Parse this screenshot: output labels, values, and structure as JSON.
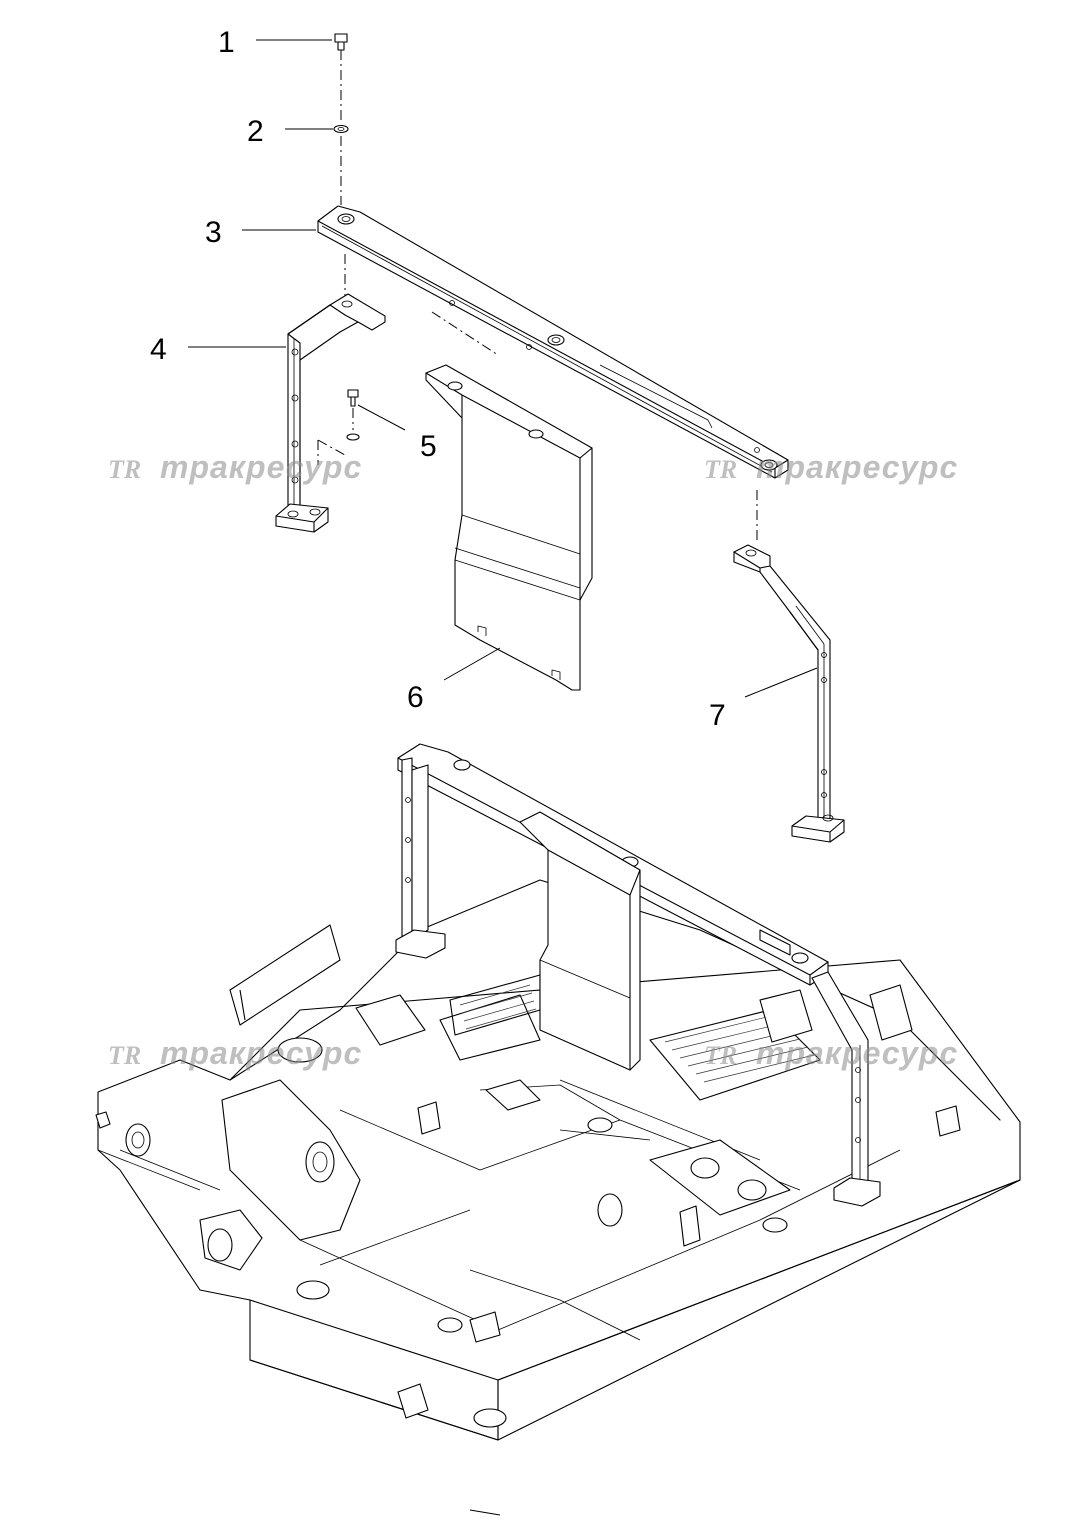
{
  "callouts": [
    {
      "id": "1",
      "label": "1"
    },
    {
      "id": "2",
      "label": "2"
    },
    {
      "id": "3",
      "label": "3"
    },
    {
      "id": "4",
      "label": "4"
    },
    {
      "id": "5",
      "label": "5"
    },
    {
      "id": "6",
      "label": "6"
    },
    {
      "id": "7",
      "label": "7"
    }
  ],
  "watermark": {
    "logo": "TR",
    "text": "тракресурс"
  }
}
